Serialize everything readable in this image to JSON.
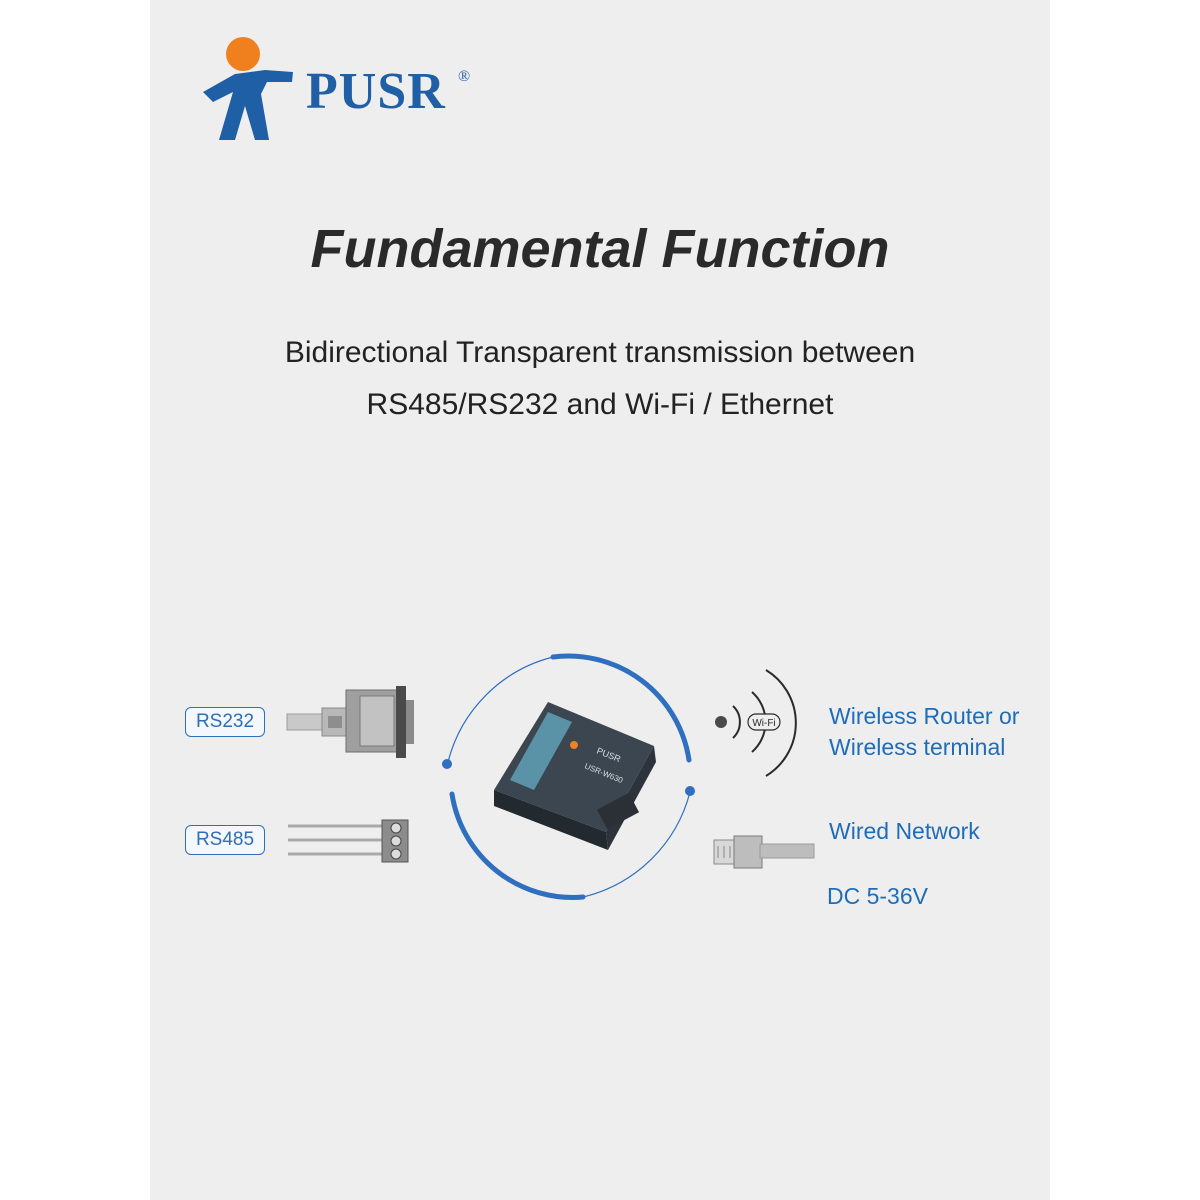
{
  "brand": {
    "name": "PUSR",
    "registered": "®"
  },
  "title": "Fundamental Function",
  "subtitle": {
    "line1": "Bidirectional Transparent transmission between",
    "line2": "RS485/RS232 and Wi-Fi / Ethernet"
  },
  "ports": {
    "rs232": "RS232",
    "rs485": "RS485"
  },
  "wifi_tag": "Wi-Fi",
  "labels": {
    "wireless_line1": "Wireless Router or",
    "wireless_line2": "Wireless terminal",
    "wired": "Wired Network",
    "power": "DC 5-36V"
  },
  "device": {
    "brand": "PUSR",
    "model": "USR-W630"
  },
  "colors": {
    "accent": "#1e6db8",
    "logo_orange": "#f0801e",
    "background": "#efeeef"
  }
}
